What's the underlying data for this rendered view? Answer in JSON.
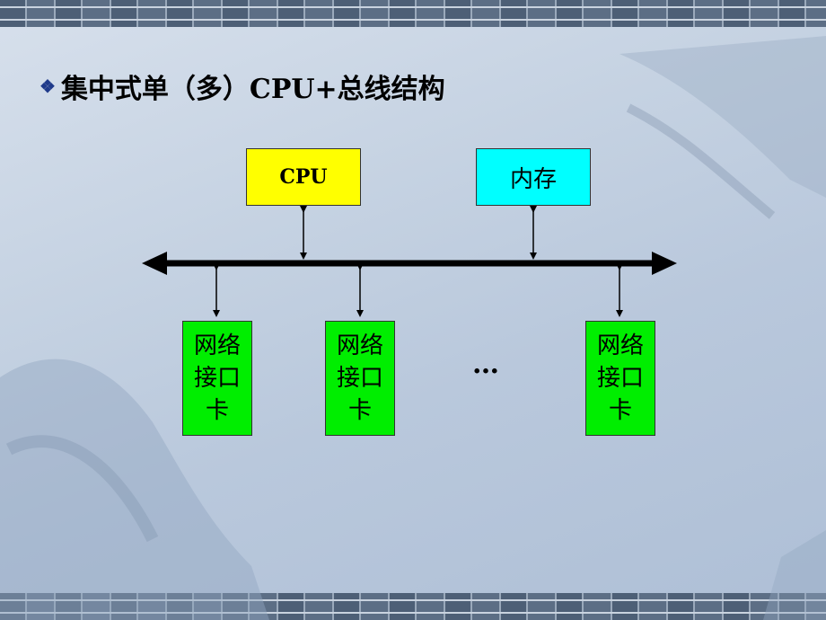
{
  "title": {
    "bullet": "❖",
    "text": "集中式单（多）CPU+总线结构"
  },
  "diagram": {
    "cpu_label": "CPU",
    "memory_label": "内存",
    "nic_label": "网络\n接口\n卡",
    "ellipsis": "…"
  },
  "colors": {
    "cpu": "#ffff00",
    "memory": "#00ffff",
    "nic": "#00ee00",
    "bus": "#000000"
  }
}
